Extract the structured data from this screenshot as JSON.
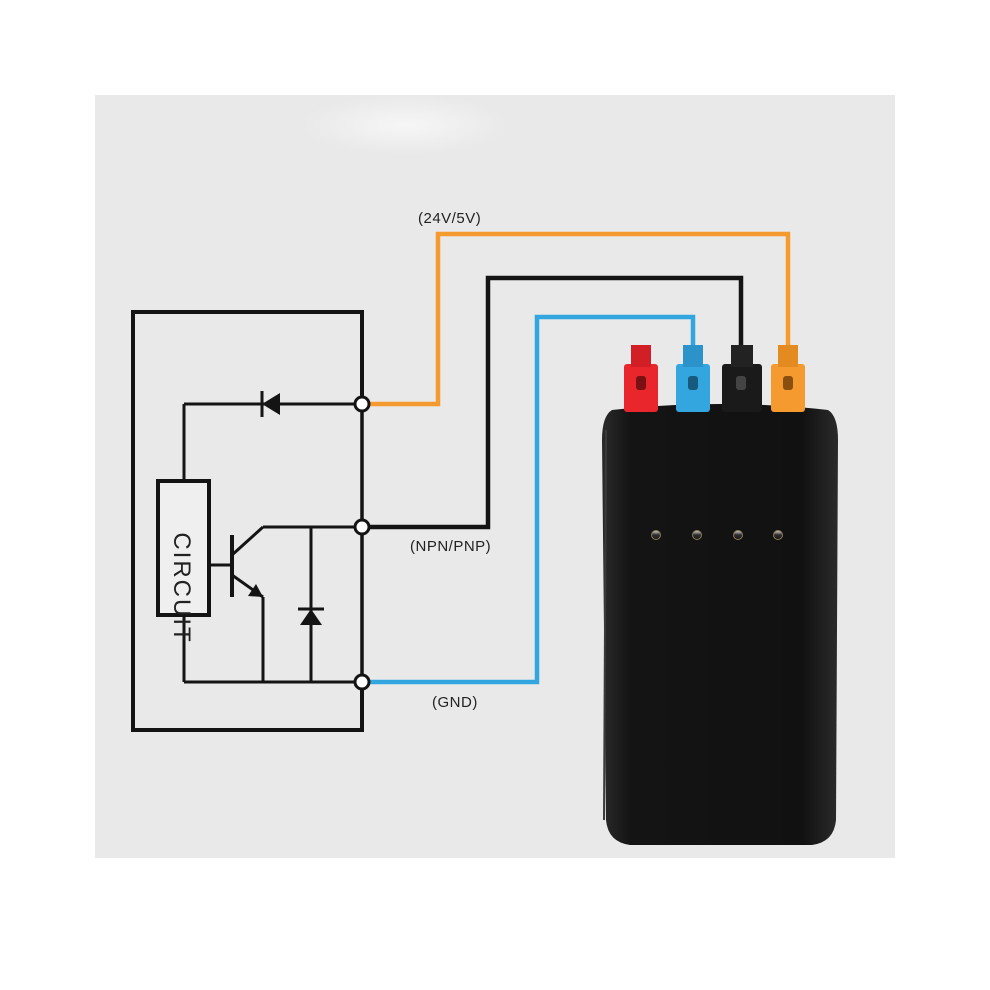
{
  "circuit": {
    "block_label": "CIRCUIT"
  },
  "wires": {
    "supply": {
      "label": "(24V/5V)",
      "color": "#f59a2e"
    },
    "signal": {
      "label": "(NPN/PNP)",
      "color": "#141414"
    },
    "ground": {
      "label": "(GND)",
      "color": "#33a6e0"
    }
  },
  "device": {
    "body_color": "#131313",
    "terminals": [
      {
        "name": "red-terminal",
        "color": "#e8262c"
      },
      {
        "name": "blue-terminal",
        "color": "#33a6e0"
      },
      {
        "name": "black-terminal",
        "color": "#1a1a1a"
      },
      {
        "name": "orange-terminal",
        "color": "#f59a2e"
      }
    ],
    "indicator_count": 4
  }
}
